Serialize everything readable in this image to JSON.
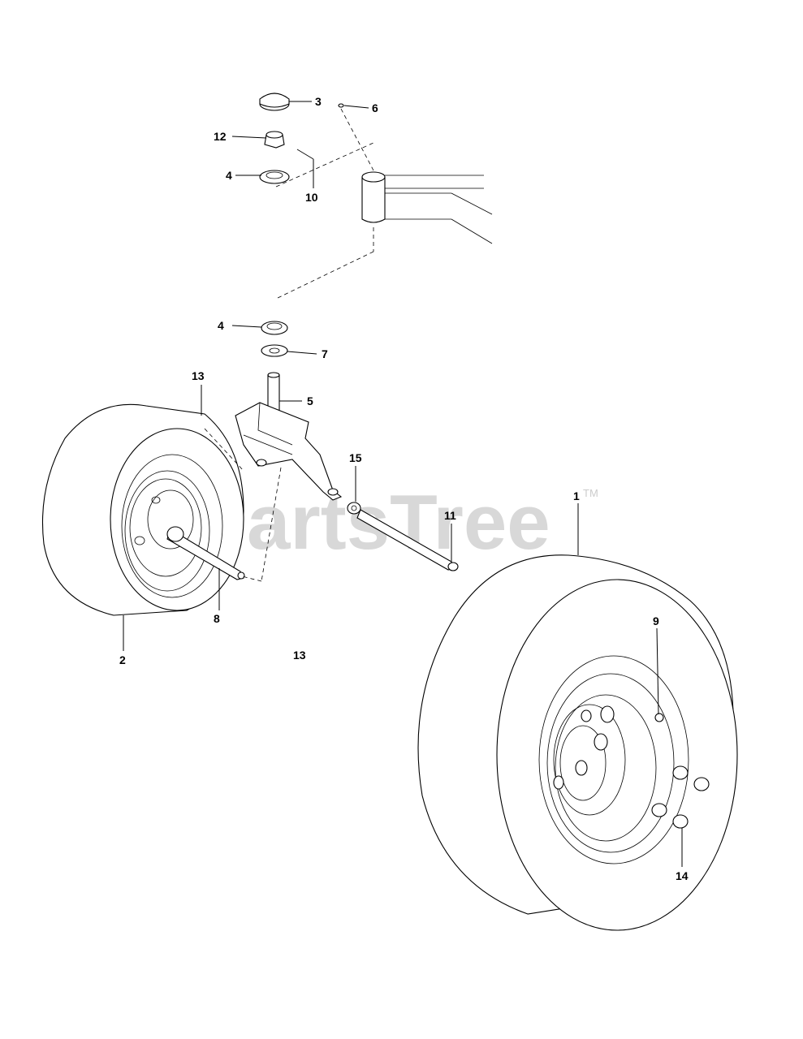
{
  "watermark": {
    "text": "PartsTree",
    "trademark": "TM"
  },
  "callouts": {
    "c1": "1",
    "c2": "2",
    "c3": "3",
    "c4a": "4",
    "c4b": "4",
    "c5": "5",
    "c6": "6",
    "c7": "7",
    "c8": "8",
    "c9": "9",
    "c10": "10",
    "c11": "11",
    "c12": "12",
    "c13a": "13",
    "c13b": "13",
    "c14": "14",
    "c15": "15"
  }
}
